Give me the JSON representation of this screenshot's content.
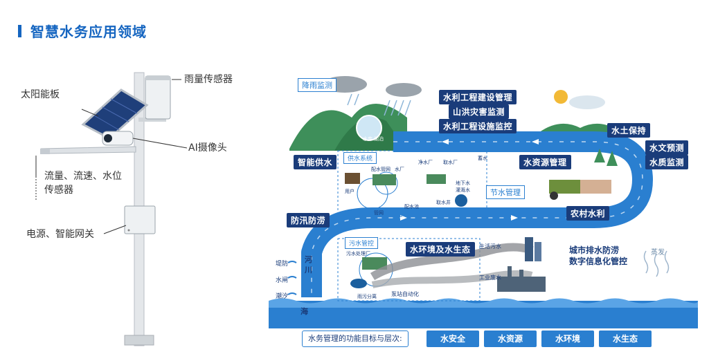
{
  "page": {
    "title": "智慧水务应用领域"
  },
  "device": {
    "solar_panel": "太阳能板",
    "rain_sensor": "雨量传感器",
    "ai_camera": "AI摄像头",
    "flow_sensor_line1": "流量、流速、水位",
    "flow_sensor_line2": "传感器",
    "power_gateway": "电源、智能网关"
  },
  "diagram": {
    "rain_monitor": "降雨监测",
    "reservoir_a": "水库",
    "reservoir_b": "湖泊",
    "labels_main": [
      "水利工程建设管理",
      "山洪灾害监测",
      "水利工程设施监控",
      "水土保持",
      "水文预测",
      "水质监测",
      "水资源管理",
      "智能供水",
      "农村水利",
      "防汛防涝",
      "水环境及水生态"
    ],
    "city_drainage_1": "城市排水防涝",
    "city_drainage_2": "数字信息化管控",
    "water_saving": "节水管理",
    "supply_system": "供水系统",
    "sewage_control": "污水管控",
    "supply_nodes": [
      "配水管网",
      "水厂",
      "净水厂",
      "取水厂",
      "用户",
      "管网",
      "地下水",
      "灌溉水",
      "配水池",
      "取水井",
      "蓄水"
    ],
    "sewage_nodes": [
      "污水处理厂",
      "雨污分离",
      "泵站自动化"
    ],
    "river": "河川",
    "sea": "海",
    "side_left": [
      "堤防",
      "水闸",
      "潮汐"
    ],
    "domestic_sewage": "生活污水",
    "industrial_wastewater": "工业废水",
    "evaporation": "蒸发"
  },
  "bottom": {
    "caption": "水务管理的功能目标与层次:",
    "tags": [
      "水安全",
      "水资源",
      "水环境",
      "水生态"
    ]
  },
  "colors": {
    "brand": "#1565c0",
    "water": "#2a7fd0",
    "navy": "#1a3c7a"
  }
}
